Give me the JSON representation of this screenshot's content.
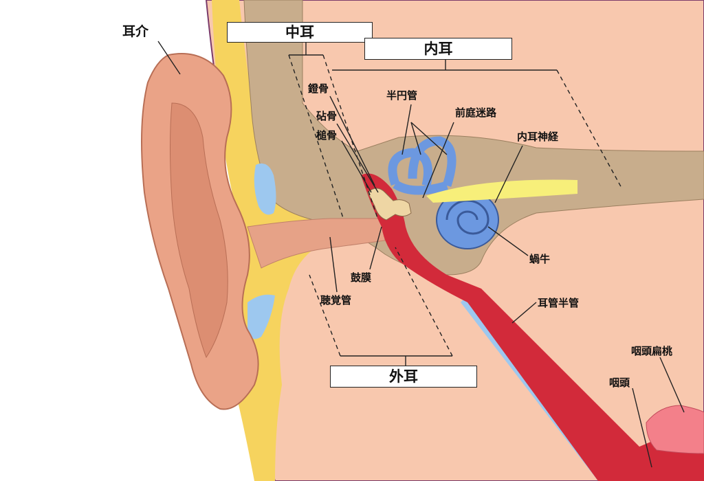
{
  "colors": {
    "skin": "#f8c8ae",
    "ear": "#eaa387",
    "bone": "#c8ad8c",
    "fat": "#f6d35e",
    "blood": "#d22a3a",
    "labyrinth": "#6c98e0",
    "nerve": "#f7ef7a",
    "fluid": "#9dc8ef"
  },
  "regions": {
    "middle_ear": "中耳",
    "inner_ear": "内耳",
    "outer_ear": "外耳"
  },
  "labels": {
    "pinna": "耳介",
    "stapes": "鐙骨",
    "incus": "砧骨",
    "malleus": "槌骨",
    "semicircular_canals": "半円管",
    "vestibule": "前庭迷路",
    "auditory_nerve": "内耳神経",
    "cochlea": "蝸牛",
    "eardrum": "鼓膜",
    "ear_canal": "聴覚管",
    "eustachian_tube": "耳管半管",
    "pharyngeal_tonsil": "咽頭扁桃",
    "pharynx": "咽頭"
  }
}
